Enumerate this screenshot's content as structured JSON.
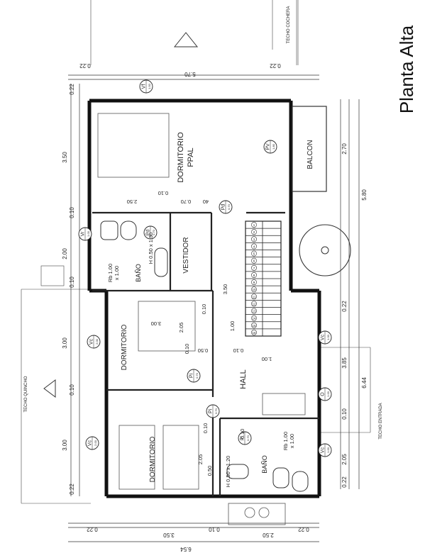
{
  "page": {
    "title": "Planta Alta"
  },
  "context": {
    "techo_cochera": "TECHO COCHERA",
    "techo_quincho": "TECHO QUINCHO",
    "techo_entrada": "TECHO ENTRADA"
  },
  "rooms": {
    "dormitorio_ppal_1": "DORMITORIO",
    "dormitorio_ppal_2": "PPAL",
    "balcon": "BALCON",
    "vestidor": "VESTIDOR",
    "bano_1": "BAÑO",
    "bano_2": "BAÑO",
    "dormitorio_2": "DORMITORIO",
    "dormitorio_3": "DORMITORIO",
    "hall": "HALL"
  },
  "notes": {
    "rb1_a": "Rb 1.00",
    "rb1_b": "x 1.00",
    "h1": "H 0.50 x 1.30",
    "rb2_a": "Rb 1.00",
    "rb2_b": "x 1.00",
    "h2": "H 0.50 x 1.20"
  },
  "dims_top": {
    "a": "0.22",
    "b": "5.70",
    "c": "0.22"
  },
  "dims_bottom": {
    "a": "0.22",
    "b": "3.50",
    "c": "0.10",
    "d": "2.50",
    "e": "0.22",
    "total": "6.54"
  },
  "dims_left": {
    "a": "0.22",
    "b": "3.50",
    "c": "0.10",
    "d": "2.00",
    "e": "0.10",
    "f": "3.00",
    "g": "0.10",
    "h": "3.00",
    "i": "0.22"
  },
  "dims_right": {
    "a": "2.70",
    "b": "5.80",
    "c": "0.22",
    "d": "3.85",
    "e": "0.10",
    "f": "2.05",
    "g": "0.22",
    "total": "6.44"
  },
  "dims_inner": {
    "d250": "2.50",
    "d010a": "0.10",
    "d070": "0.70",
    "d40": "40",
    "d010b": "0.10",
    "d350": "3.50",
    "d100a": "1.00",
    "d300": "3.00",
    "d205a": "2.05",
    "d050a": "0.50",
    "d010c": "0.10",
    "d010d": "0.10",
    "d100b": "1.00",
    "d010e": "0.10",
    "d205b": "2.05",
    "d050b": "0.50",
    "d010f": "0.10"
  },
  "tags": {
    "vf_top": {
      "top": "Vf",
      "bot": "1.50"
    },
    "pv": {
      "top": "PV",
      "bot": "1.80"
    },
    "pd1": {
      "top": "Pd",
      "bot": "0.70"
    },
    "pd2": {
      "top": "Pd",
      "bot": "0.70"
    },
    "vr": {
      "top": "Vr",
      "bot": "1.00"
    },
    "vc1": {
      "top": "Vc",
      "bot": "2.00"
    },
    "vc2": {
      "top": "Vc",
      "bot": "2.00"
    },
    "vc3": {
      "top": "Vc",
      "bot": "1.00"
    },
    "vc4": {
      "top": "Vc",
      "bot": "1.00"
    },
    "pi1": {
      "top": "Pi",
      "bot": "0.70"
    },
    "pi2": {
      "top": "Pi",
      "bot": "0.70"
    },
    "pi3": {
      "top": "Pi",
      "bot": "0.70"
    },
    "o": {
      "top": "O",
      "bot": "1.00"
    }
  },
  "stairs": [
    "1",
    "2",
    "3",
    "4",
    "5",
    "6",
    "7",
    "8",
    "9",
    "10",
    "11",
    "12",
    "13",
    "14",
    "15",
    "16"
  ]
}
